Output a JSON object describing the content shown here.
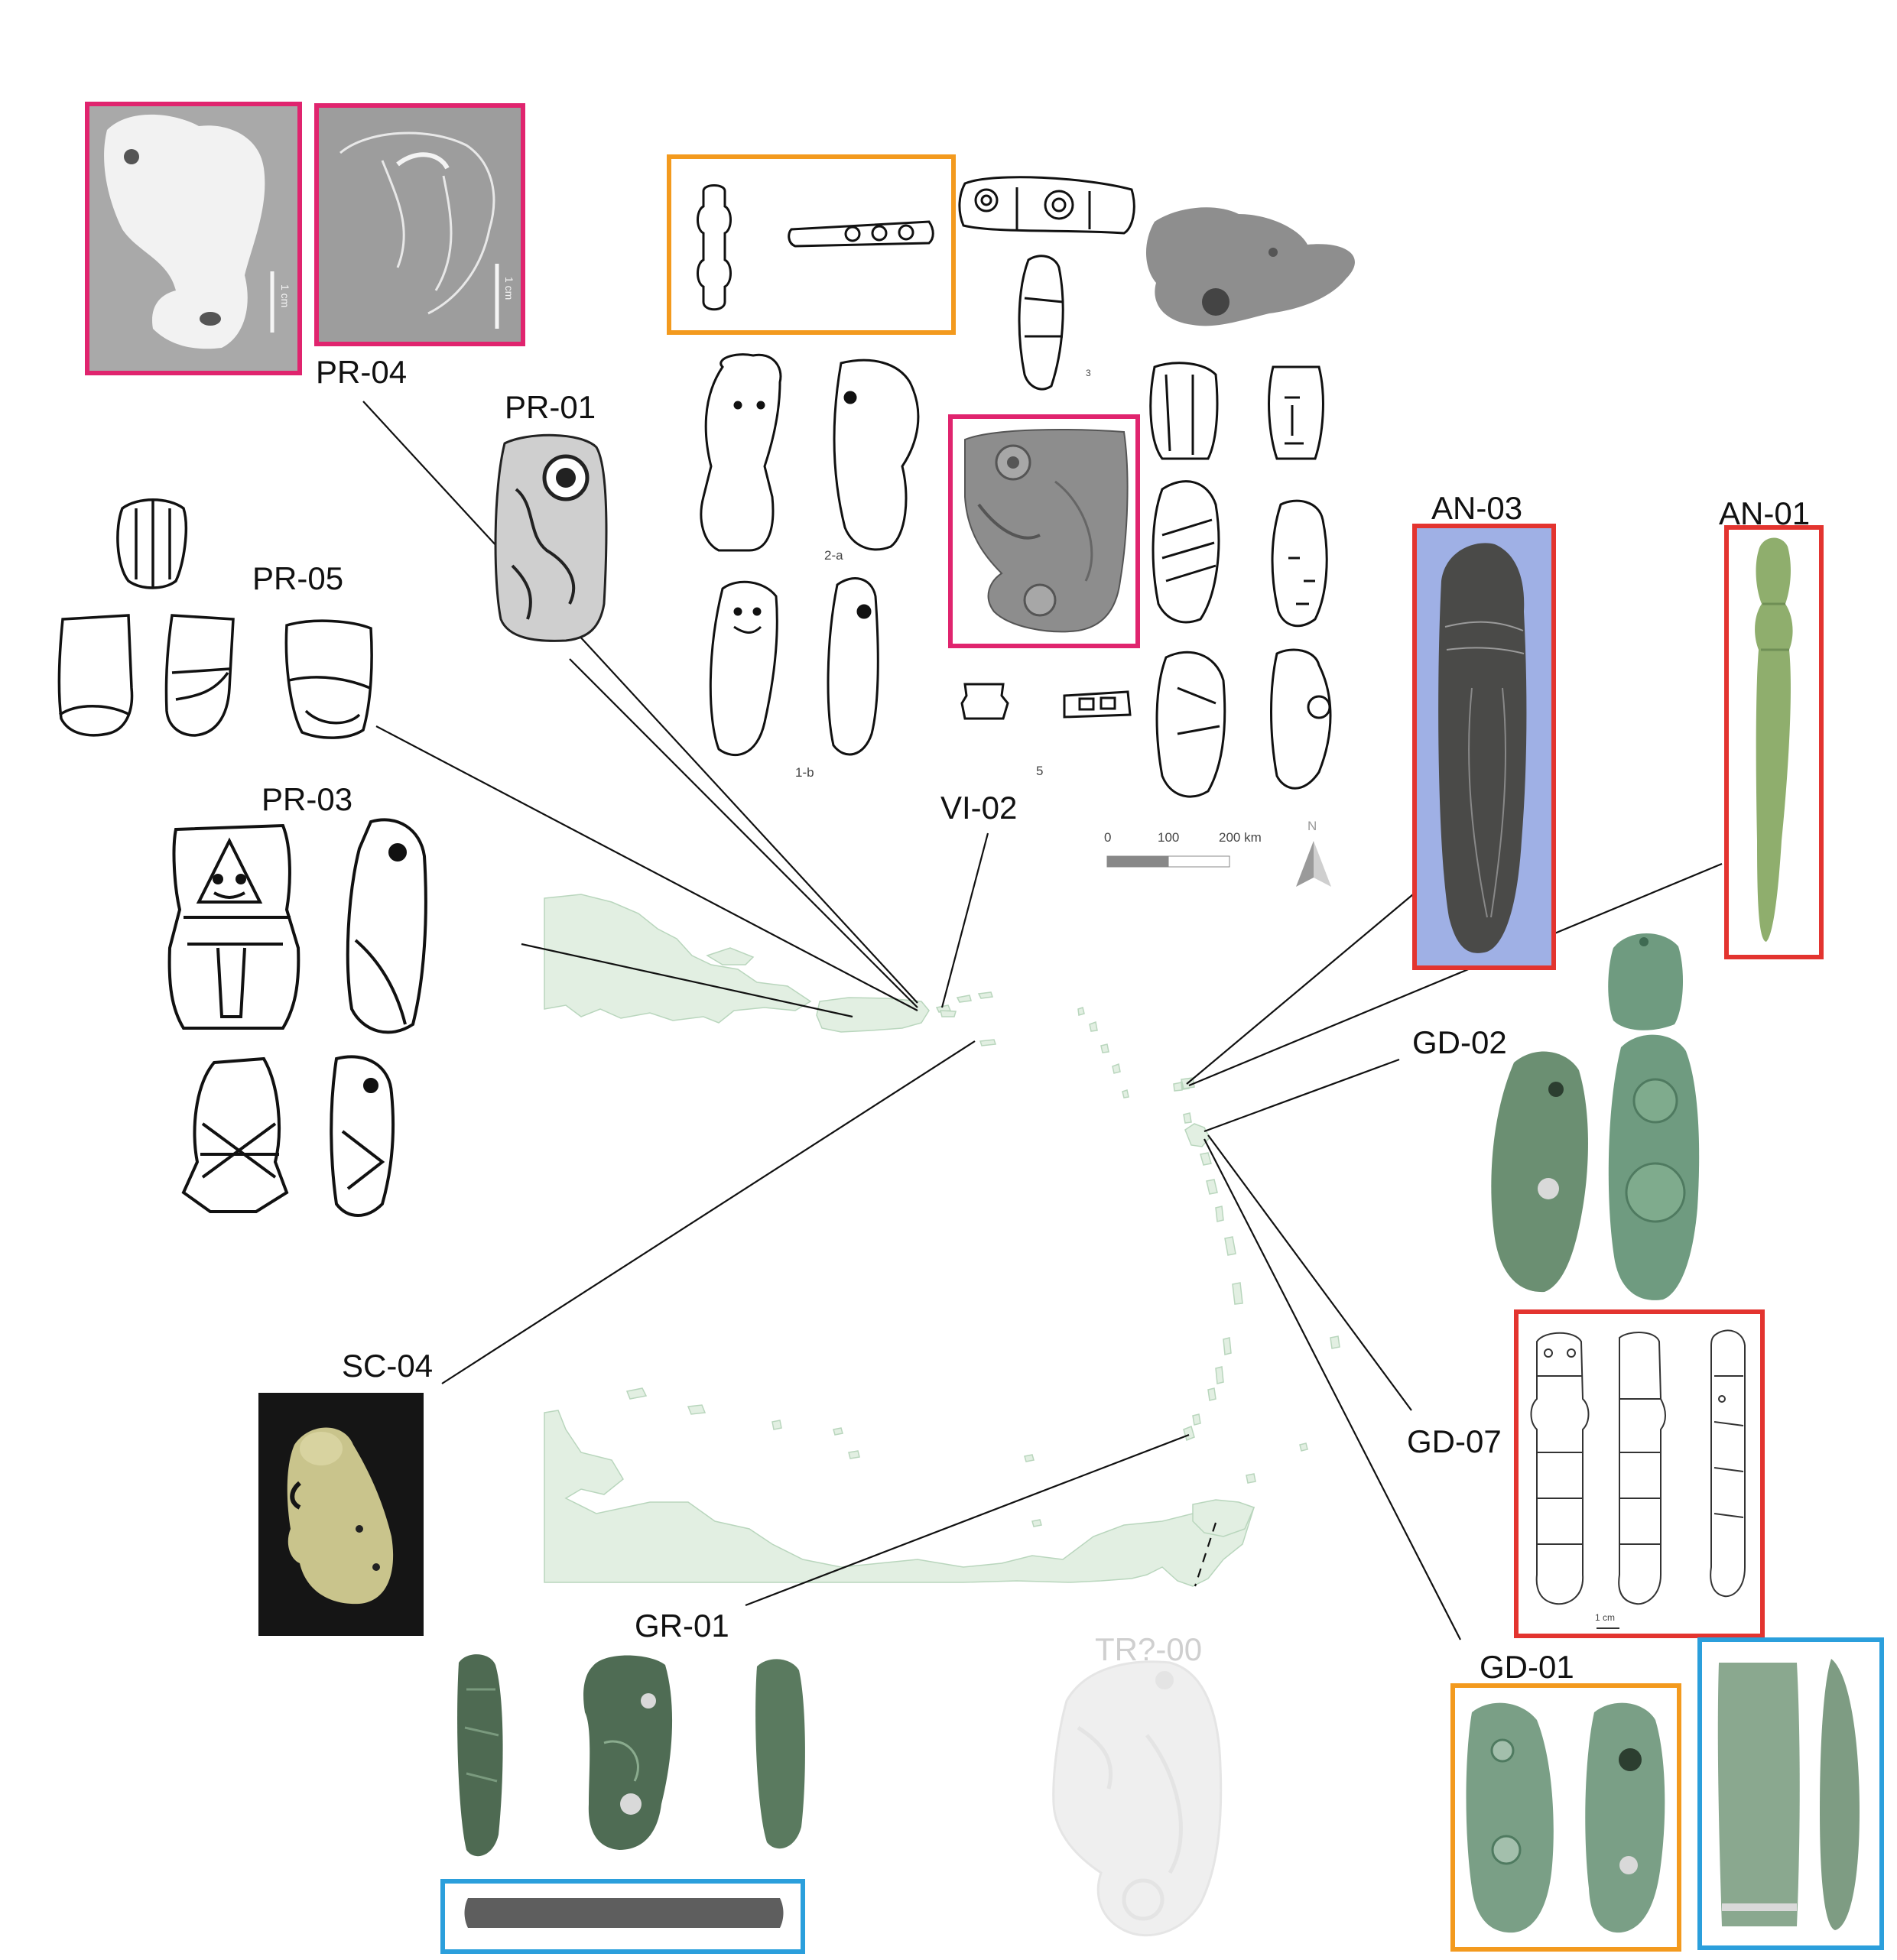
{
  "colors": {
    "land": "#e2efe2",
    "land_edge": "#b9d6bd",
    "frame_pink": "#e0246e",
    "frame_orange": "#f39a1e",
    "frame_red": "#e3342f",
    "frame_blue": "#2b9fdc",
    "jade": "#6f9b80",
    "jade_dark": "#3f6a52",
    "line": "#111111"
  },
  "labels": {
    "pr04": "PR-04",
    "pr01": "PR-01",
    "pr05": "PR-05",
    "pr03": "PR-03",
    "vi02": "VI-02",
    "an03": "AN-03",
    "an01": "AN-01",
    "gd02": "GD-02",
    "gd07": "GD-07",
    "gd01": "GD-01",
    "sc04": "SC-04",
    "gr01": "GR-01",
    "tr00": "TR?-00"
  },
  "figure_marks": {
    "vi_fig_a": "2-a",
    "vi_fig_b": "1-b",
    "vi_fig_3": "3",
    "vi_fig_5": "5"
  },
  "scale_bar": {
    "tick_0": "0",
    "tick_100": "100",
    "tick_200": "200 km",
    "north_letter": "N",
    "one_cm": "1 cm"
  }
}
